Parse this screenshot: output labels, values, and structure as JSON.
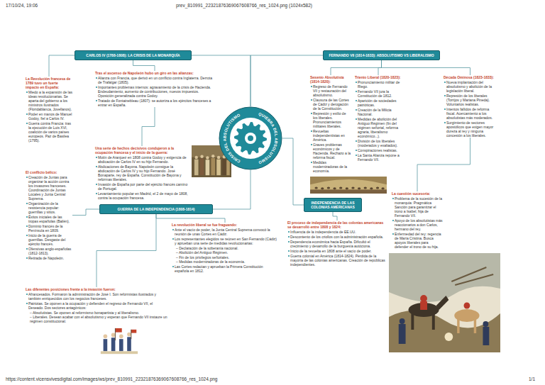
{
  "diagram": {
    "nodes": [
      {
        "text": [
          "CRISIS DEL ABSOLUTISMO",
          "QUIEBRA DEL ABSOLUTISMO"
        ]
      },
      {
        "text": [
          "CARLOS IV (1788-1808): LA CRISIS DE LA MONARQUÍA"
        ]
      },
      {
        "text": [
          "La Revolución francesa de 1789 tuvo un fuerte impacto en España:",
          "Miedo a la expansión de las ideas revolucionarias. Se aparta del gobierno a los ministros ilustrados (Floridablanca, Jovellanos).",
          "Poder en manos de Manuel Godoy, fiel a Carlos IV.",
          "Guerra contra Francia: tras la ejecución de Luis XVI, coalición de varios países europeos. Paz de Basilea (1795)."
        ]
      },
      {
        "text": [
          "Tras el ascenso de Napoleón hubo un giro en las alianzas:",
          "Alianza con Francia, que derivó en un conflicto contra Inglaterra. Derrota de Trafalgar (1805).",
          "Importantes problemas internos: agravamiento de la crisis de Hacienda. Endeudamiento, aumento de contribuciones, nuevos impuestos. Oposición generalizada contra Godoy.",
          "Tratado de Fontainebleau (1807): se autoriza a los ejércitos franceses a entrar en España."
        ]
      },
      {
        "text": [
          "Una serie de hechos decisivos condujeron a la ocupación francesa y el inicio de la guerra:",
          "Motín de Aranjuez en 1808 contra Godoy y exigencia de abdicación de Carlos IV en su hijo Fernando.",
          "Abdicaciones de Bayona. Napoleón consigue la abdicación de Carlos IV y su hijo Fernando. José Bonaparte, rey de España. Constitución de Bayona y reformas liberales.",
          "Invasión de España por parte del ejército francés camino de Portugal.",
          "Levantamiento popular en Madrid, el 2 de mayo de 1808, contra la ocupación francesa."
        ]
      },
      {
        "text": [
          "El conflicto bélico:",
          "Creación de Juntas para organizar la acción contra los invasores franceses. Coordinación de Juntas Locales y Junta Central Suprema.",
          "Organización de la resistencia popular: guerrillas y sitios.",
          "Éxitos iniciales de las tropas españolas (Bailén).",
          "Dominio francés de la Península en 1809.",
          "Inicio de la guerra de guerrillas. Desgaste del ejército francés.",
          "Ofensivas anglo-españolas (1812-1813).",
          "Retirada de Napoleón."
        ]
      },
      {
        "text": [
          "GUERRA DE LA INDEPENDENCIA (1808-1814)"
        ]
      },
      {
        "text": [
          "La revolución liberal se fue fraguando:",
          "Ante el vacío de poder, la Junta Central Suprema convocó la reunión de unas Cortes en Cádiz.",
          "Los representantes elegidos se reúnen en San Fernando (Cádiz) y aprueban una serie de medidas revolucionarias:",
          "– Declaración de la soberanía nacional.",
          "– Abolición del Antiguo Régimen.",
          "– Fin de los privilegios señoriales.",
          "– Medidas modernizadoras de la economía.",
          "Las Cortes redactan y aprueban la Primera Constitución española en 1812."
        ]
      },
      {
        "text": [
          "Las diferentes posiciones frente a la invasión fueron:",
          "Afrancesados. Formaron la administración de José I. Son reformistas ilustrados y también enriquecidos con los negocios franceses.",
          "Patriotas. Se oponen a la ocupación y defienden el regreso de Fernando VII, el Deseado. Dos sectores antagónicos:",
          "– Absolutistas. Se oponen al reformismo bonapartista y al liberalismo.",
          "– Liberales. Desean acabar con el absolutismo y esperan que Fernando VII instaure un régimen constitucional."
        ]
      },
      {
        "text": [
          "FERNANDO VII (1814-1833): ABSOLUTISMO VS LIBERALISMO"
        ]
      },
      {
        "text": [
          "Sexenio Absolutista (1814-1820):",
          "Regreso de Fernando VII y restauración del absolutismo.",
          "Clausura de las Cortes de Cádiz y derogación de la Constitución.",
          "Represión y exilio de los liberales. Pronunciamientos militares liberales.",
          "Revueltas independentistas en América.",
          "Graves problemas económicos y de Hacienda. Rechazo a la reforma fiscal.",
          "Medidas modernizadoras de la economía."
        ]
      },
      {
        "text": [
          "Trienio Liberal (1820-1823):",
          "Pronunciamiento militar de Riego.",
          "Fernando VII jura la Constitución de 1812.",
          "Aparición de sociedades patrióticas.",
          "Creación de la Milicia Nacional.",
          "Medidas de abolición del Antiguo Régimen (fin del régimen señorial, reforma agraria, liberalismo económico...).",
          "División de los liberales (moderados y exaltados).",
          "Conspiraciones realistas.",
          "La Santa Alianza repone a Fernando VII."
        ]
      },
      {
        "text": [
          "Década Ominosa (1823-1833):",
          "Nueva implantación del absolutismo y abolición de la legislación liberal.",
          "Represión de los liberales (Torrijos y Mariana Pineda). Voluntarios realistas.",
          "Intentos fallidos de reforma fiscal. Acercamiento a los absolutistas más moderados.",
          "Surgimiento de sectores apostólicos que exigen mayor dureza al rey y ninguna concesión a los liberales."
        ]
      },
      {
        "text": [
          "INDEPENDENCIA DE LAS COLONIAS AMERICANAS"
        ]
      },
      {
        "text": [
          "El proceso de independencia de las colonias americanas se desarrolló entre 1808 y 1824:",
          "Influencia de la independencia de EE.UU.",
          "Descontento de los criollos con la administración española.",
          "Dependencia económica hacia España. Dificultó el crecimiento y desarrollo de la burguesía autóctona.",
          "Inicio de la revuelta en 1808 ante el vacío de poder.",
          "Guerra colonial en América (1814-1824). Pérdida de la mayoría de las colonias americanas. Creación de repúblicas independientes."
        ]
      },
      {
        "text": [
          "La cuestión sucesoria:",
          "Problema de la sucesión de la monarquía: Pragmática Sanción para garantizar el trono a Isabel, hija de Fernando VII.",
          "Apoyo de los absolutistas más reaccionarios a don Carlos, hermano del rey.",
          "Enfermedad del rey: regencia de María Cristina. Busca apoyos liberales para defender el trono de su hija."
        ]
      }
    ],
    "edges": [
      {
        "from": 0,
        "to": 1,
        "arrow": "none"
      },
      {
        "from": 0,
        "to": 9,
        "arrow": "none"
      },
      {
        "from": 0,
        "to": 6,
        "arrow": "none"
      },
      {
        "from": 0,
        "to": 13,
        "arrow": "none"
      },
      {
        "from": 1,
        "to": 2,
        "arrow": "none"
      },
      {
        "from": 1,
        "to": 3,
        "arrow": "none"
      },
      {
        "from": 3,
        "to": 4,
        "arrow": "none"
      },
      {
        "from": 6,
        "to": 5,
        "arrow": "none"
      },
      {
        "from": 6,
        "to": 7,
        "arrow": "none"
      },
      {
        "from": 6,
        "to": 8,
        "arrow": "none"
      },
      {
        "from": 9,
        "to": 10,
        "arrow": "none"
      },
      {
        "from": 9,
        "to": 11,
        "arrow": "none"
      },
      {
        "from": 9,
        "to": 12,
        "arrow": "none"
      },
      {
        "from": 12,
        "to": 15,
        "arrow": "none"
      },
      {
        "from": 13,
        "to": 14,
        "arrow": "none"
      }
    ],
    "labels": [
      "17/10/24, 19:06",
      "prev_810991_22321876369067608766_res_1024.png (1024x582)",
      "https://content.vicensvivesdigital.com/images/ws/prev_810991_22321876369067608766_res_1024.png",
      "1/1"
    ]
  }
}
